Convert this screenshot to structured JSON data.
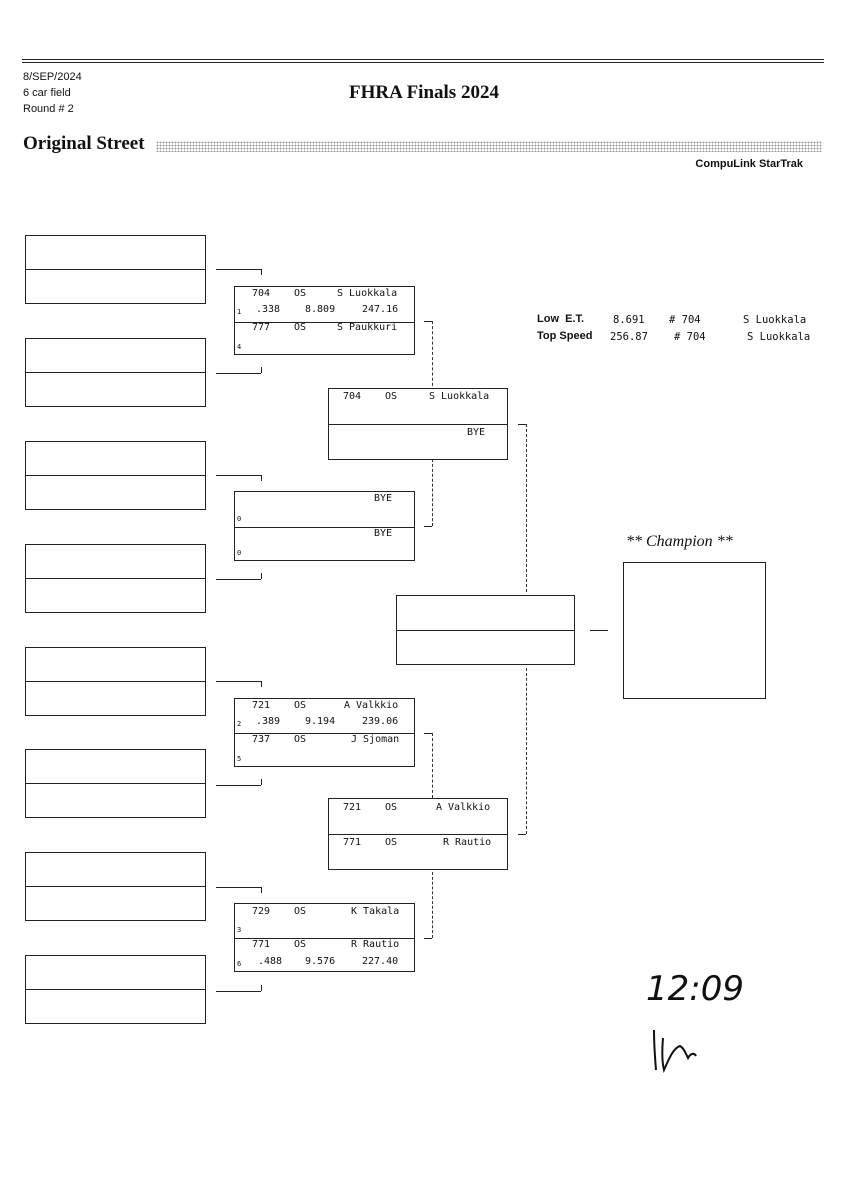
{
  "header": {
    "date": "8/SEP/2024",
    "field": "6 car field",
    "round": "Round # 2",
    "title": "FHRA Finals 2024",
    "class_name": "Original Street",
    "brand": "CompuLink StarTrak"
  },
  "stats": {
    "low_et_label": "Low  E.T.",
    "low_et_value": "8.691",
    "low_et_car": "# 704",
    "low_et_driver": "S Luokkala",
    "top_speed_label": "Top Speed",
    "top_speed_value": "256.87",
    "top_speed_car": "# 704",
    "top_speed_driver": "S Luokkala"
  },
  "round2": [
    {
      "top": {
        "seed": "1",
        "car": "704",
        "cls": "OS",
        "driver": "S Luokkala",
        "rt": ".338",
        "et": "8.809",
        "mph": "247.16"
      },
      "bottom": {
        "seed": "4",
        "car": "777",
        "cls": "OS",
        "driver": "S Paukkuri",
        "rt": "",
        "et": "",
        "mph": ""
      }
    },
    {
      "top": {
        "seed": "0",
        "car": "",
        "cls": "",
        "driver": "BYE",
        "rt": "",
        "et": "",
        "mph": ""
      },
      "bottom": {
        "seed": "0",
        "car": "",
        "cls": "",
        "driver": "BYE",
        "rt": "",
        "et": "",
        "mph": ""
      }
    },
    {
      "top": {
        "seed": "2",
        "car": "721",
        "cls": "OS",
        "driver": "A Valkkio",
        "rt": ".389",
        "et": "9.194",
        "mph": "239.06"
      },
      "bottom": {
        "seed": "5",
        "car": "737",
        "cls": "OS",
        "driver": "J Sjoman",
        "rt": "",
        "et": "",
        "mph": ""
      }
    },
    {
      "top": {
        "seed": "3",
        "car": "729",
        "cls": "OS",
        "driver": "K Takala",
        "rt": "",
        "et": "",
        "mph": ""
      },
      "bottom": {
        "seed": "6",
        "car": "771",
        "cls": "OS",
        "driver": "R Rautio",
        "rt": ".488",
        "et": "9.576",
        "mph": "227.40"
      }
    }
  ],
  "semis": [
    {
      "top": {
        "car": "704",
        "cls": "OS",
        "driver": "S Luokkala"
      },
      "bottom": {
        "car": "",
        "cls": "",
        "driver": "BYE"
      }
    },
    {
      "top": {
        "car": "721",
        "cls": "OS",
        "driver": "A Valkkio"
      },
      "bottom": {
        "car": "771",
        "cls": "OS",
        "driver": "R Rautio"
      }
    }
  ],
  "champion_label": "** Champion **",
  "handwriting": {
    "time": "12:09"
  }
}
